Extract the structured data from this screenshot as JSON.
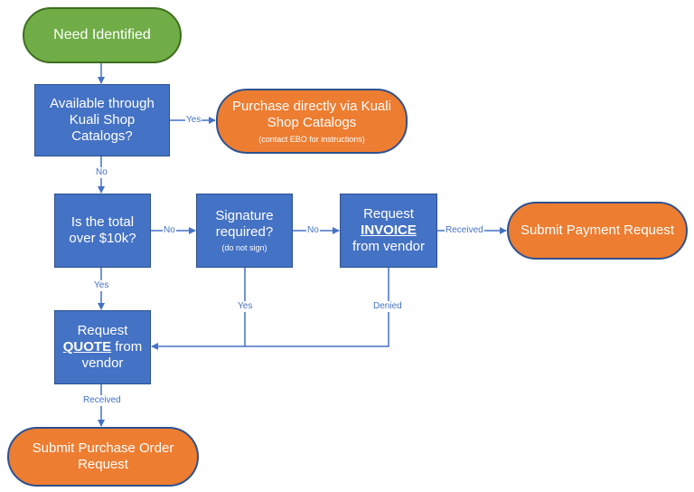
{
  "nodes": {
    "need": "Need Identified",
    "available": "Available through Kuali Shop Catalogs?",
    "purchase_direct": "Purchase directly via Kuali Shop Catalogs",
    "purchase_direct_note": "(contact EBO for instructions)",
    "total_q": "Is the total over $10k?",
    "signature_q": "Signature required?",
    "signature_note": "(do not sign)",
    "request_invoice_pre": "Request",
    "request_invoice_key": "INVOICE",
    "request_invoice_post": "from vendor",
    "submit_payment": "Submit Payment Request",
    "request_quote_pre": "Request",
    "request_quote_key": "QUOTE",
    "request_quote_mid": "from",
    "request_quote_post": "vendor",
    "submit_po": "Submit Purchase Order Request"
  },
  "edges": {
    "yes_to_direct": "Yes",
    "no_to_total": "No",
    "no_to_signature": "No",
    "no_to_invoice": "No",
    "received_payment": "Received",
    "yes_to_quote": "Yes",
    "sig_yes": "Yes",
    "invoice_denied": "Denied",
    "received_po": "Received"
  },
  "colors": {
    "process": "#4472C4",
    "start": "#70AD47",
    "terminal": "#ED7D31",
    "connector": "#4472C4"
  }
}
